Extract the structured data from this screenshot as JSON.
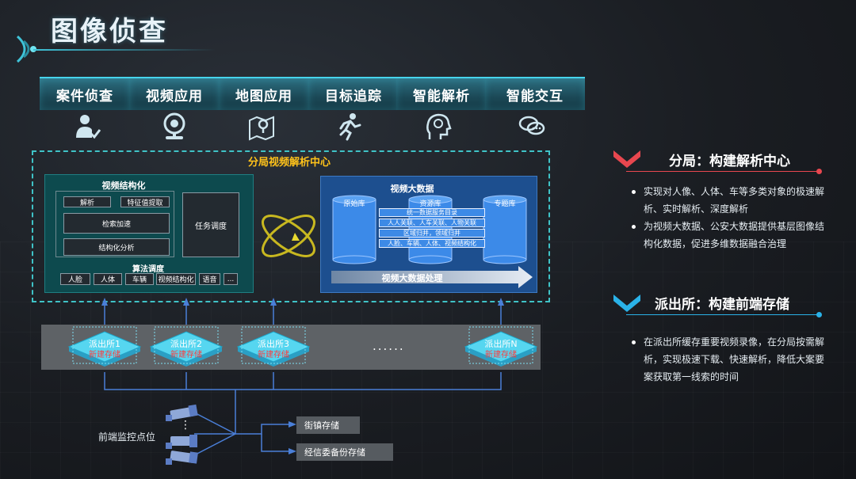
{
  "page": {
    "title": "图像侦查"
  },
  "tabs": [
    "案件侦查",
    "视频应用",
    "地图应用",
    "目标追踪",
    "智能解析",
    "智能交互"
  ],
  "tab_icons": [
    "user-check-icon",
    "camera-icon",
    "map-location-icon",
    "running-person-icon",
    "ai-head-icon",
    "chat-bubbles-icon"
  ],
  "center": {
    "title": "分局视频解析中心",
    "structuring": {
      "title": "视频结构化",
      "items": [
        "解析",
        "特征值提取",
        "检索加速",
        "结构化分析"
      ],
      "task": "任务调度",
      "algo_title": "算法调度",
      "algos": [
        "人脸",
        "人体",
        "车辆",
        "视频结构化",
        "语音",
        "..."
      ]
    },
    "bigdata": {
      "title": "视频大数据",
      "dbs": [
        "原始库",
        "资源库",
        "专题库"
      ],
      "rows": [
        "统一数据服务目录",
        "人人关联、人车关联、人物关联",
        "区域归并，领域归并",
        "人脸、车辆、人体、视频结构化"
      ],
      "process": "视频大数据处理"
    }
  },
  "stations": [
    {
      "name": "派出所1",
      "sub": "新建存储"
    },
    {
      "name": "派出所2",
      "sub": "新建存储"
    },
    {
      "name": "派出所3",
      "sub": "新建存储"
    },
    {
      "name": "派出所N",
      "sub": "新建存储"
    }
  ],
  "stations_ellipsis": "......",
  "front": {
    "label": "前端监控点位",
    "dots": "⋮",
    "stores": [
      "街镇存储",
      "经信委备份存储"
    ]
  },
  "right": {
    "sections": [
      {
        "heading": "分局：构建解析中心",
        "color": "#e8474f",
        "bullets": [
          "实现对人像、人体、车等多类对象的极速解析、实时解析、深度解析",
          "为视频大数据、公安大数据提供基层图像结构化数据，促进多维数据融合治理"
        ]
      },
      {
        "heading": "派出所：构建前端存储",
        "color": "#2ab2e8",
        "bullets": [
          "在派出所缓存重要视频录像，在分局按需解析，实现极速下载、快速解析，降低大案要案获取第一线索的时间"
        ]
      }
    ]
  },
  "colors": {
    "accent": "#3fc3d8",
    "dash": "#3fc3c7",
    "gold": "#ffc21a",
    "red": "#e8474f",
    "blue": "#2ab2e8"
  }
}
